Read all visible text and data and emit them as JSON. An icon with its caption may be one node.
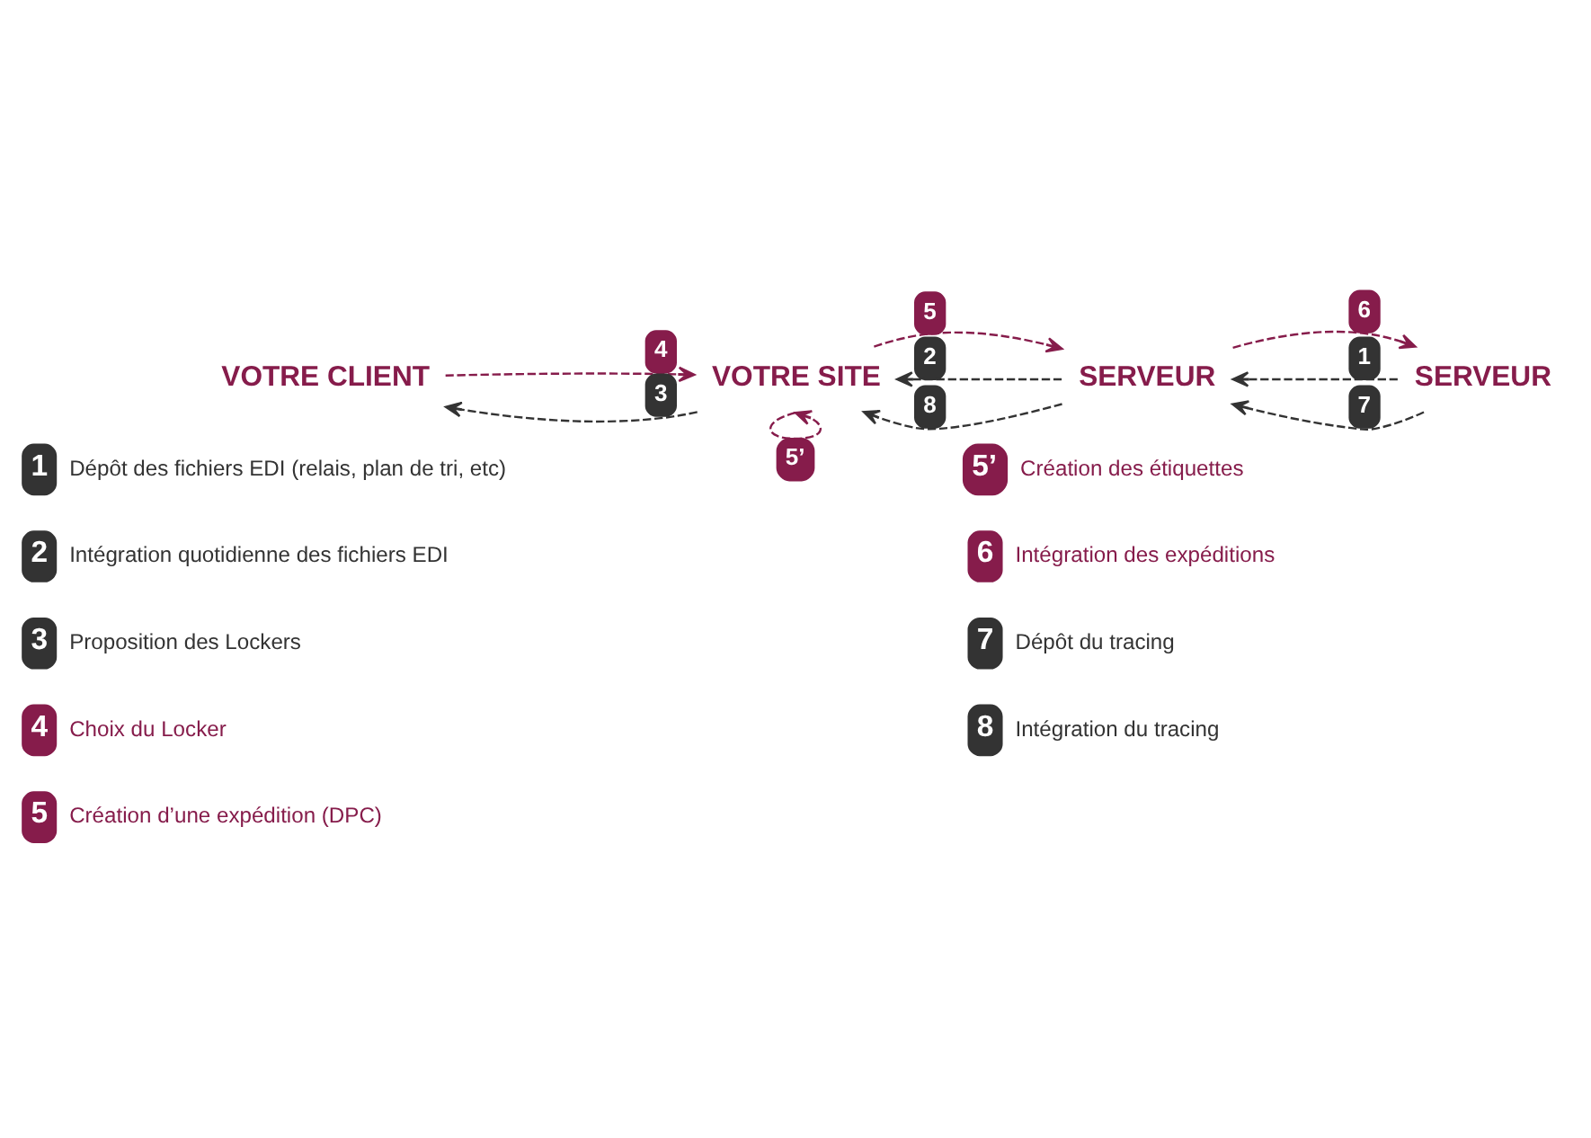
{
  "diagram": {
    "nodes": [
      {
        "text": [
          "VOTRE CLIENT"
        ]
      },
      {
        "text": [
          "VOTRE SITE"
        ]
      },
      {
        "text": [
          "SERVEUR"
        ]
      },
      {
        "text": [
          "SERVEUR"
        ]
      },
      {
        "text": [
          "1"
        ],
        "beside": [
          "Dépôt des fichiers EDI (relais, plan de tri, etc)"
        ]
      },
      {
        "text": [
          "2"
        ],
        "beside": [
          "Intégration quotidienne des fichiers EDI"
        ]
      },
      {
        "text": [
          "3"
        ],
        "beside": [
          "Proposition des Lockers"
        ]
      },
      {
        "text": [
          "4"
        ],
        "beside": [
          "Choix du Locker"
        ]
      },
      {
        "text": [
          "5"
        ],
        "beside": [
          "Création d’une expédition (DPC)"
        ]
      },
      {
        "text": [
          "5’"
        ],
        "beside": [
          "Création des étiquettes"
        ]
      },
      {
        "text": [
          "6"
        ],
        "beside": [
          "Intégration des expéditions"
        ]
      },
      {
        "text": [
          "7"
        ],
        "beside": [
          "Dépôt du tracing"
        ]
      },
      {
        "text": [
          "8"
        ],
        "beside": [
          "Intégration du tracing"
        ]
      }
    ],
    "edges": [
      {
        "from": 1,
        "to": 0,
        "arrow": "to",
        "label": "3",
        "style": "dashed"
      },
      {
        "from": 0,
        "to": 1,
        "arrow": "to",
        "label": "4",
        "style": "dashed",
        "color": "#861c4b"
      },
      {
        "from": 2,
        "to": 1,
        "arrow": "to",
        "label": "2",
        "style": "dashed"
      },
      {
        "from": 1,
        "to": 2,
        "arrow": "to",
        "label": "5",
        "style": "dashed",
        "color": "#861c4b"
      },
      {
        "from": 2,
        "to": 1,
        "arrow": "to",
        "label": "8",
        "style": "dashed"
      },
      {
        "from": 3,
        "to": 2,
        "arrow": "to",
        "label": "1",
        "style": "dashed"
      },
      {
        "from": 2,
        "to": 3,
        "arrow": "to",
        "label": "6",
        "style": "dashed",
        "color": "#861c4b"
      },
      {
        "from": 3,
        "to": 2,
        "arrow": "to",
        "label": "7",
        "style": "dashed"
      },
      {
        "from": 1,
        "to": 1,
        "arrow": "to",
        "label": "5’",
        "style": "dashed",
        "color": "#861c4b"
      }
    ]
  }
}
